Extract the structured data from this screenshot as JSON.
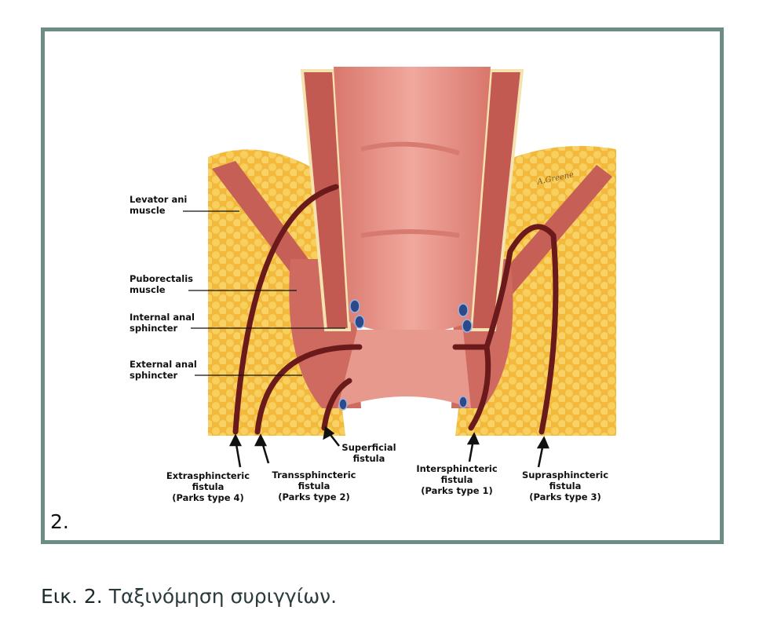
{
  "figure": {
    "number": "2.",
    "signature": "A.Greene",
    "labels": {
      "levator": [
        "Levator ani",
        "muscle"
      ],
      "puborectalis": [
        "Puborectalis",
        "muscle"
      ],
      "internal": [
        "Internal anal",
        "sphincter"
      ],
      "external": [
        "External anal",
        "sphincter"
      ],
      "superficial": [
        "Superficial",
        "fistula"
      ],
      "extra": [
        "Extrasphincteric",
        "fistula",
        "(Parks type 4)"
      ],
      "trans": [
        "Transsphincteric",
        "fistula",
        "(Parks type 2)"
      ],
      "inter": [
        "Intersphincteric",
        "fistula",
        "(Parks type 1)"
      ],
      "supra": [
        "Suprasphincteric",
        "fistula",
        "(Parks type 3)"
      ]
    },
    "colors": {
      "frame": "#6c8d86",
      "fat": "#f4c04a",
      "muscle": "#c9605a",
      "mucosa": "#eb9a8f",
      "fistula": "#6a1a1a"
    }
  },
  "caption": {
    "prefix": "Εικ. 2.",
    "text": "Ταξινόμηση συριγγίων."
  }
}
